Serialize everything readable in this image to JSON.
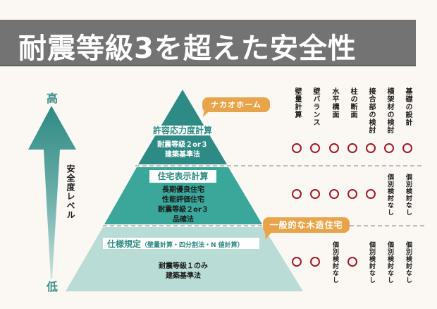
{
  "title": "耐震等級3を超えた安全性",
  "axis": {
    "high": "高",
    "low": "低",
    "label": "安全度レベル"
  },
  "colors": {
    "title_bg": "#737373",
    "tier_top": "#2e8a84",
    "tier_middle": "#3aa79a",
    "tier_bottom": "#b9ddd6",
    "bubble": "#e8a44a",
    "mark": "#9e1b2a",
    "background": "#fbf7f2"
  },
  "tiers": [
    {
      "name": "許容応力度計算",
      "lines": [
        "耐震等級２or３",
        "建築基準法"
      ]
    },
    {
      "name": "住宅表示計算",
      "lines": [
        "長期優良住宅",
        "性能評価住宅",
        "耐震等級２or３",
        "品確法"
      ]
    },
    {
      "name": "仕様規定",
      "name_suffix": "（壁量計算・四分割法・N 値計算）",
      "lines": [
        "耐震等級１のみ",
        "建築基準法"
      ]
    }
  ],
  "callouts": {
    "nakao": "ナカオホーム",
    "general": "一般的な木造住宅"
  },
  "columns": [
    "壁量計算",
    "壁バランス",
    "水平構面",
    "柱の断面",
    "接合部の検討",
    "横架材の検討",
    "基礎の設計"
  ],
  "rows": [
    {
      "tier": "許容応力度計算",
      "cells": [
        "○",
        "○",
        "○",
        "○",
        "○",
        "○",
        "○"
      ]
    },
    {
      "tier": "住宅表示計算",
      "cells": [
        "○",
        "○",
        "○",
        "○",
        "○",
        "個別検討なし",
        "個別検討なし"
      ]
    },
    {
      "tier": "仕様規定",
      "cells": [
        "○",
        "○",
        "個別検討なし",
        "○",
        "個別検討なし",
        "個別検討なし",
        "個別検討なし"
      ]
    }
  ]
}
